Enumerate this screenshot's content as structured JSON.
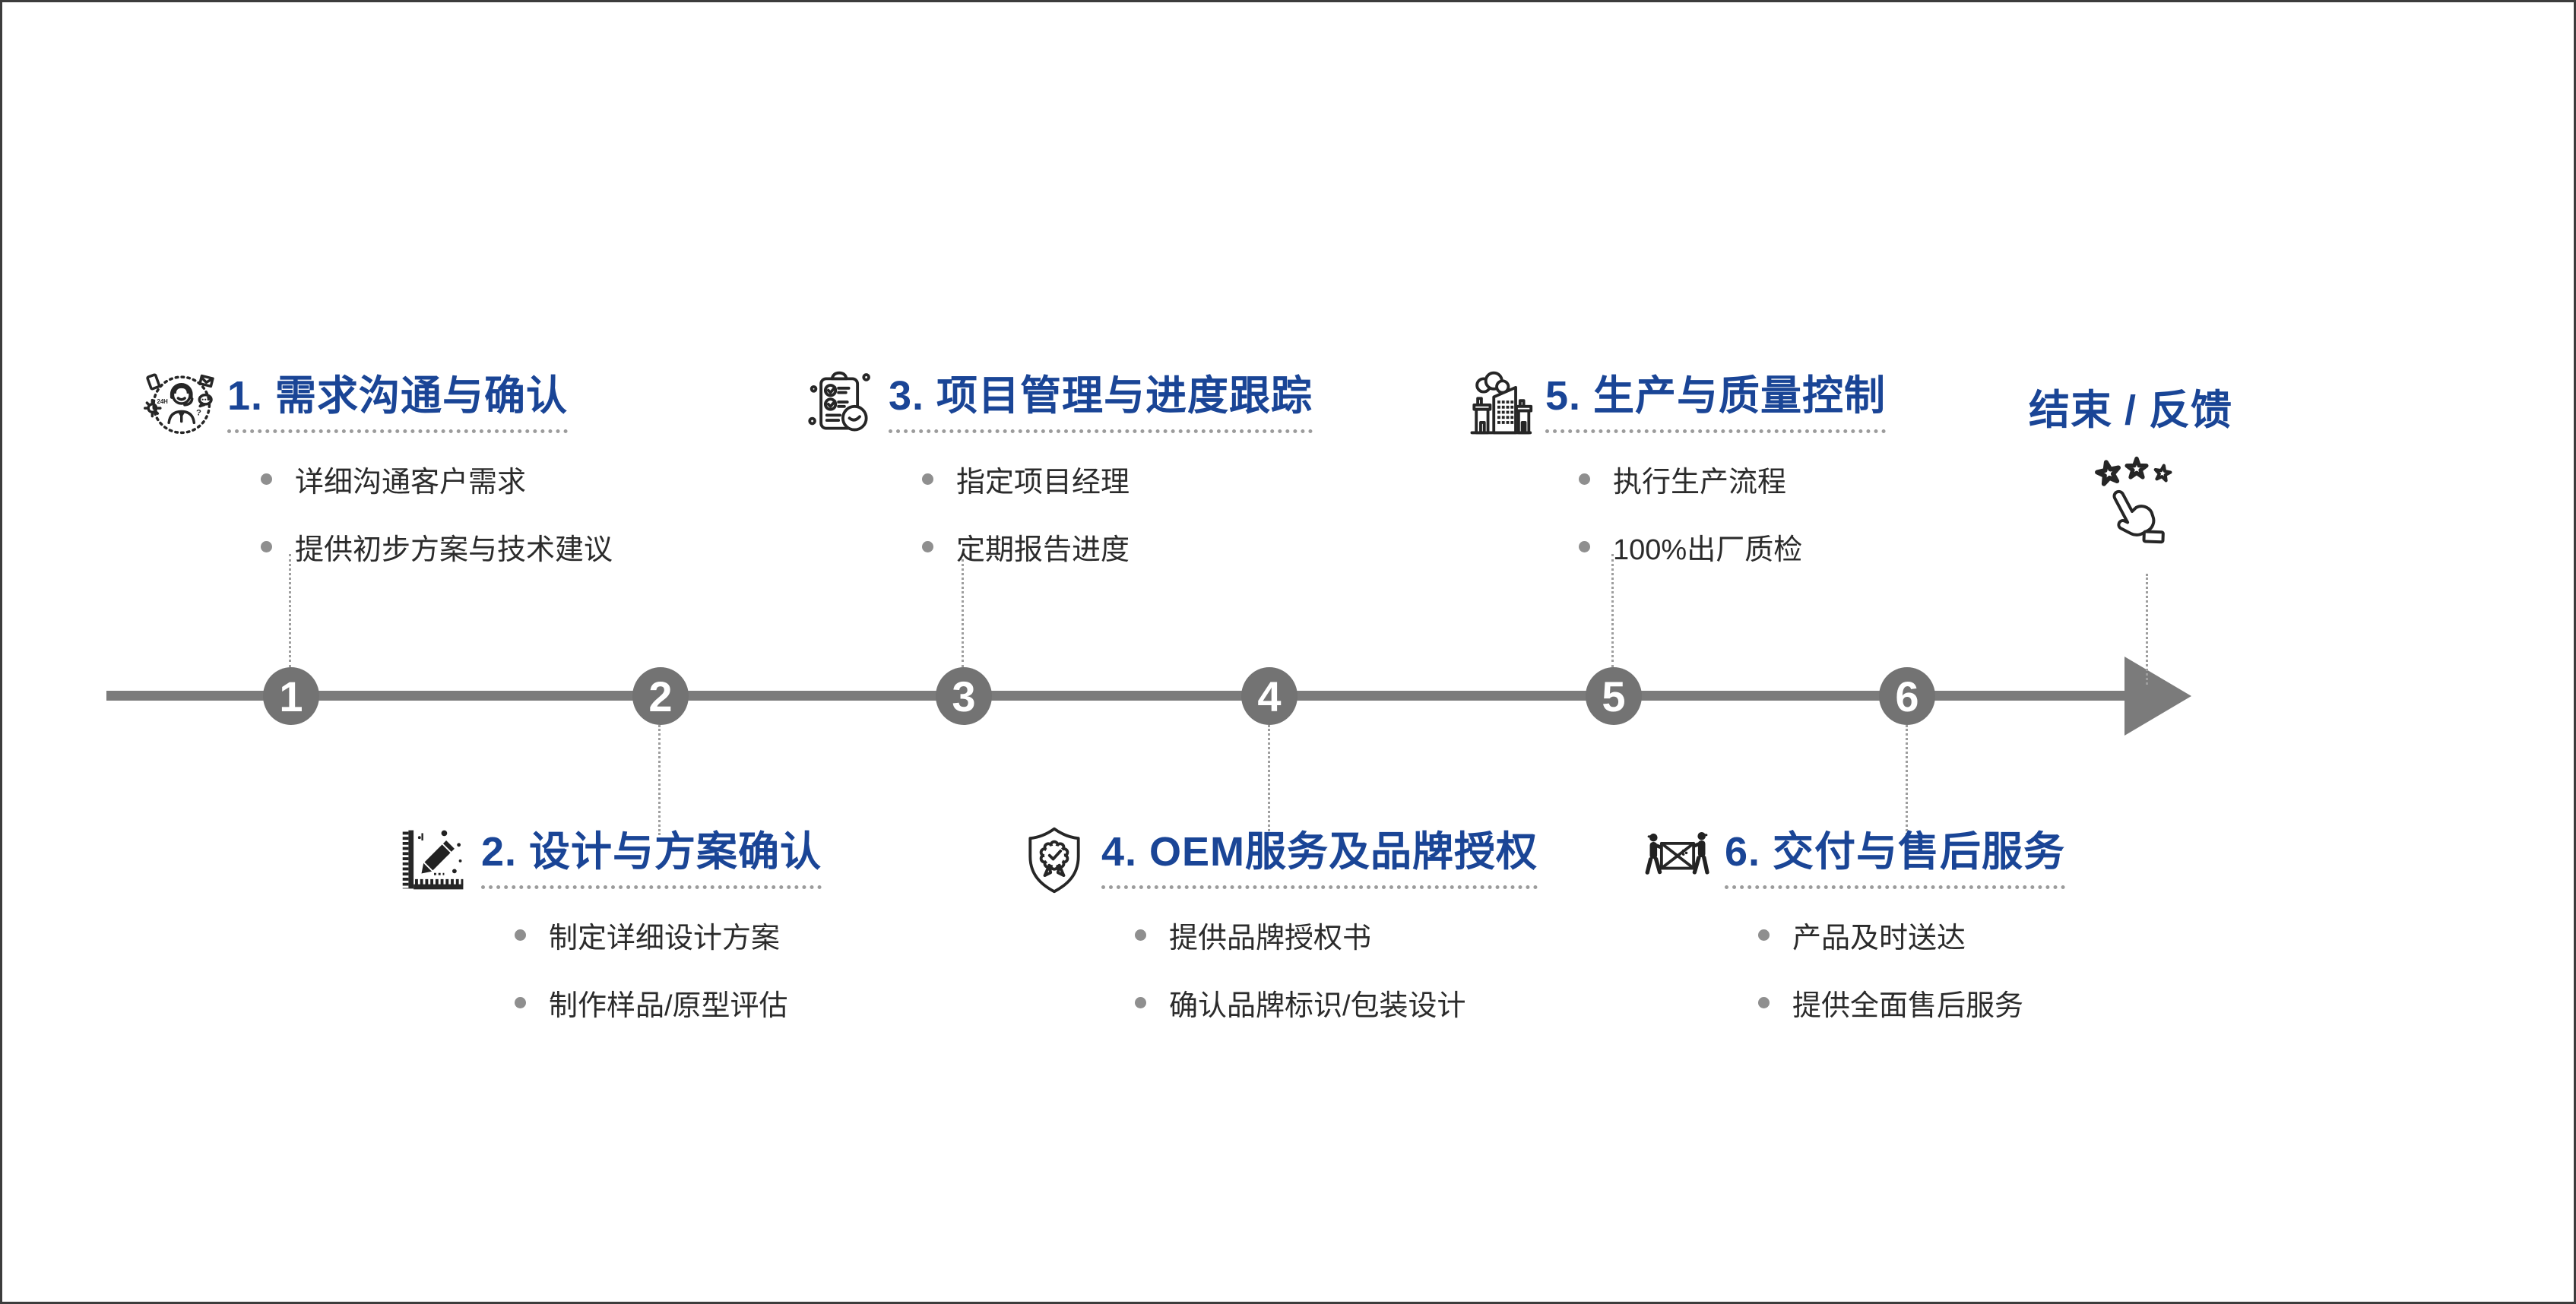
{
  "diagram": {
    "kind": "oem-service-process-timeline",
    "background": "#ffffff",
    "border_color": "#3c3c3c"
  },
  "colors": {
    "title_blue": "#1a4596",
    "timeline_gray": "#7b7b7b",
    "node_gray": "#737373",
    "node_number_color": "#ffffff",
    "bullet_text": "#2b2b2b",
    "bullet_dot": "#8f8f8f",
    "dotted_line_gray": "#9e9e9e",
    "icon_ink": "#262626"
  },
  "timeline": {
    "node_numbers": [
      "1",
      "2",
      "3",
      "4",
      "5",
      "6"
    ]
  },
  "steps": [
    {
      "number": "1",
      "title": "1. 需求沟通与确认",
      "icon": "customer-service-icon",
      "position": "above-line",
      "bullets": [
        "详细沟通客户需求",
        "提供初步方案与技术建议"
      ]
    },
    {
      "number": "2",
      "title": "2. 设计与方案确认",
      "icon": "ruler-pencil-icon",
      "position": "below-line",
      "bullets": [
        "制定详细设计方案",
        "制作样品/原型评估"
      ]
    },
    {
      "number": "3",
      "title": "3. 项目管理与进度跟踪",
      "icon": "clipboard-checklist-clock-icon",
      "position": "above-line",
      "bullets": [
        "指定项目经理",
        "定期报告进度"
      ]
    },
    {
      "number": "4",
      "title": "4. OEM服务及品牌授权",
      "icon": "shield-badge-icon",
      "position": "below-line",
      "bullets": [
        "提供品牌授权书",
        "确认品牌标识/包装设计"
      ]
    },
    {
      "number": "5",
      "title": "5. 生产与质量控制",
      "icon": "factory-icon",
      "position": "above-line",
      "bullets": [
        "执行生产流程",
        "100%出厂质检"
      ]
    },
    {
      "number": "6",
      "title": "6. 交付与售后服务",
      "icon": "delivery-carriers-icon",
      "position": "below-line",
      "bullets": [
        "产品及时送达",
        "提供全面售后服务"
      ]
    }
  ],
  "end_node": {
    "title": "结束 / 反馈",
    "icon": "hand-click-stars-icon",
    "icon_extra": "24H"
  }
}
